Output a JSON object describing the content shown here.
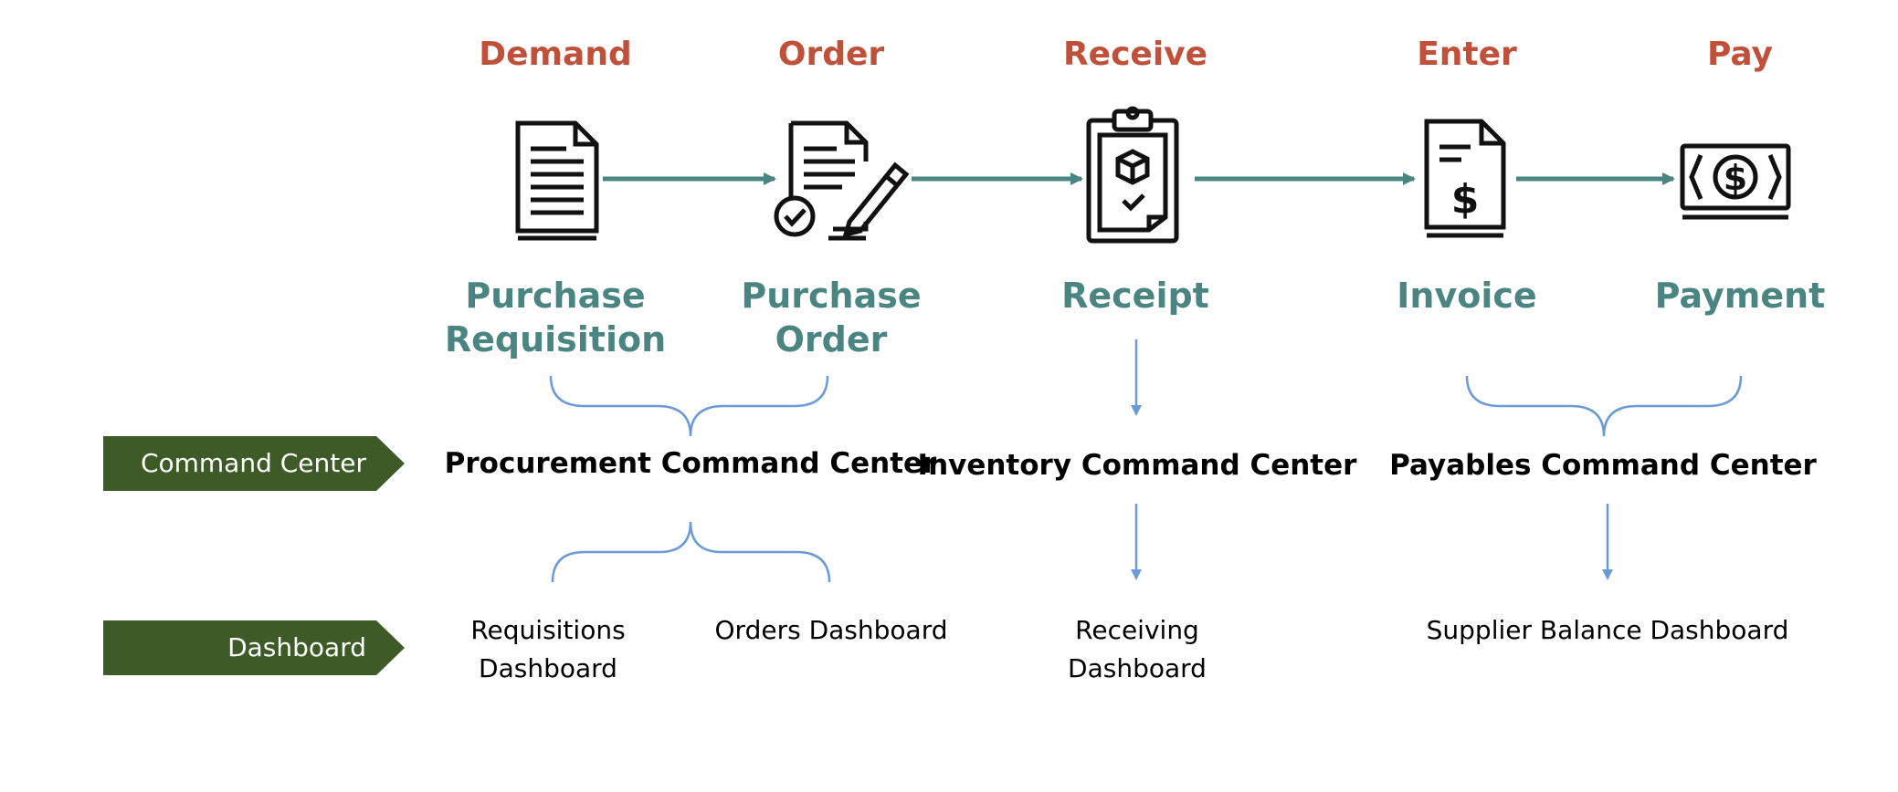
{
  "colors": {
    "stage": "#c0503a",
    "document": "#4a8582",
    "flow_arrow": "#4a8582",
    "bracket": "#6a9bd6",
    "tag_fill": "#3d5a27",
    "tag_text": "#ffffff"
  },
  "stages": [
    {
      "label": "Demand",
      "document": "Purchase\nRequisition",
      "icon": "document-icon"
    },
    {
      "label": "Order",
      "document": "Purchase\nOrder",
      "icon": "signed-document-icon"
    },
    {
      "label": "Receive",
      "document": "Receipt",
      "icon": "clipboard-package-icon"
    },
    {
      "label": "Enter",
      "document": "Invoice",
      "icon": "invoice-dollar-icon"
    },
    {
      "label": "Pay",
      "document": "Payment",
      "icon": "banknote-icon"
    }
  ],
  "row_tags": {
    "command_center": "Command Center",
    "dashboard": "Dashboard"
  },
  "command_centers": [
    "Procurement Command Center",
    "Inventory Command Center",
    "Payables Command Center"
  ],
  "dashboards": [
    "Requisitions\nDashboard",
    "Orders Dashboard",
    "Receiving\nDashboard",
    "Supplier Balance Dashboard"
  ]
}
